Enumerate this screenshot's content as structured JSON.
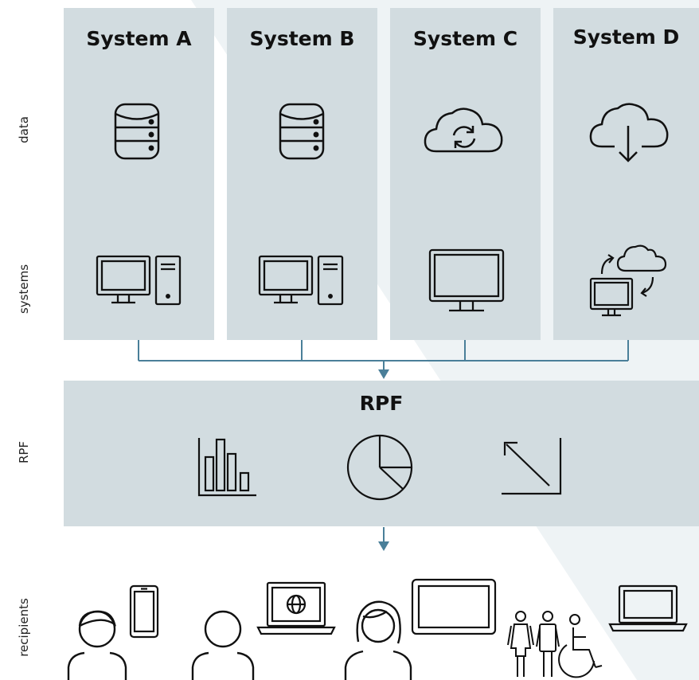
{
  "row_labels": {
    "data": "data",
    "systems": "systems",
    "rpf": "RPF",
    "recipients": "recipients"
  },
  "systems": [
    {
      "title": "System A",
      "data_icon": "database-icon",
      "system_icon": "desktop-tower-icon"
    },
    {
      "title": "System B",
      "data_icon": "database-icon",
      "system_icon": "desktop-tower-icon"
    },
    {
      "title": "System C",
      "data_icon": "cloud-sync-icon",
      "system_icon": "monitor-icon"
    },
    {
      "title": "System D",
      "data_icon": "cloud-download-icon",
      "system_icon": "cloud-computer-sync-icon"
    }
  ],
  "rpf": {
    "title": "RPF",
    "icons": [
      "bar-chart-icon",
      "pie-chart-icon",
      "diagonal-arrow-chart-icon"
    ]
  },
  "recipients": {
    "icons": [
      "person-male-icon",
      "smartphone-icon",
      "person-icon",
      "laptop-globe-icon",
      "person-female-icon",
      "tablet-icon",
      "family-accessibility-icon",
      "laptop-icon"
    ]
  },
  "colors": {
    "panel": "#d2dce0",
    "wedge": "#eef3f5",
    "connector": "#4a7f99",
    "stroke": "#111111"
  }
}
